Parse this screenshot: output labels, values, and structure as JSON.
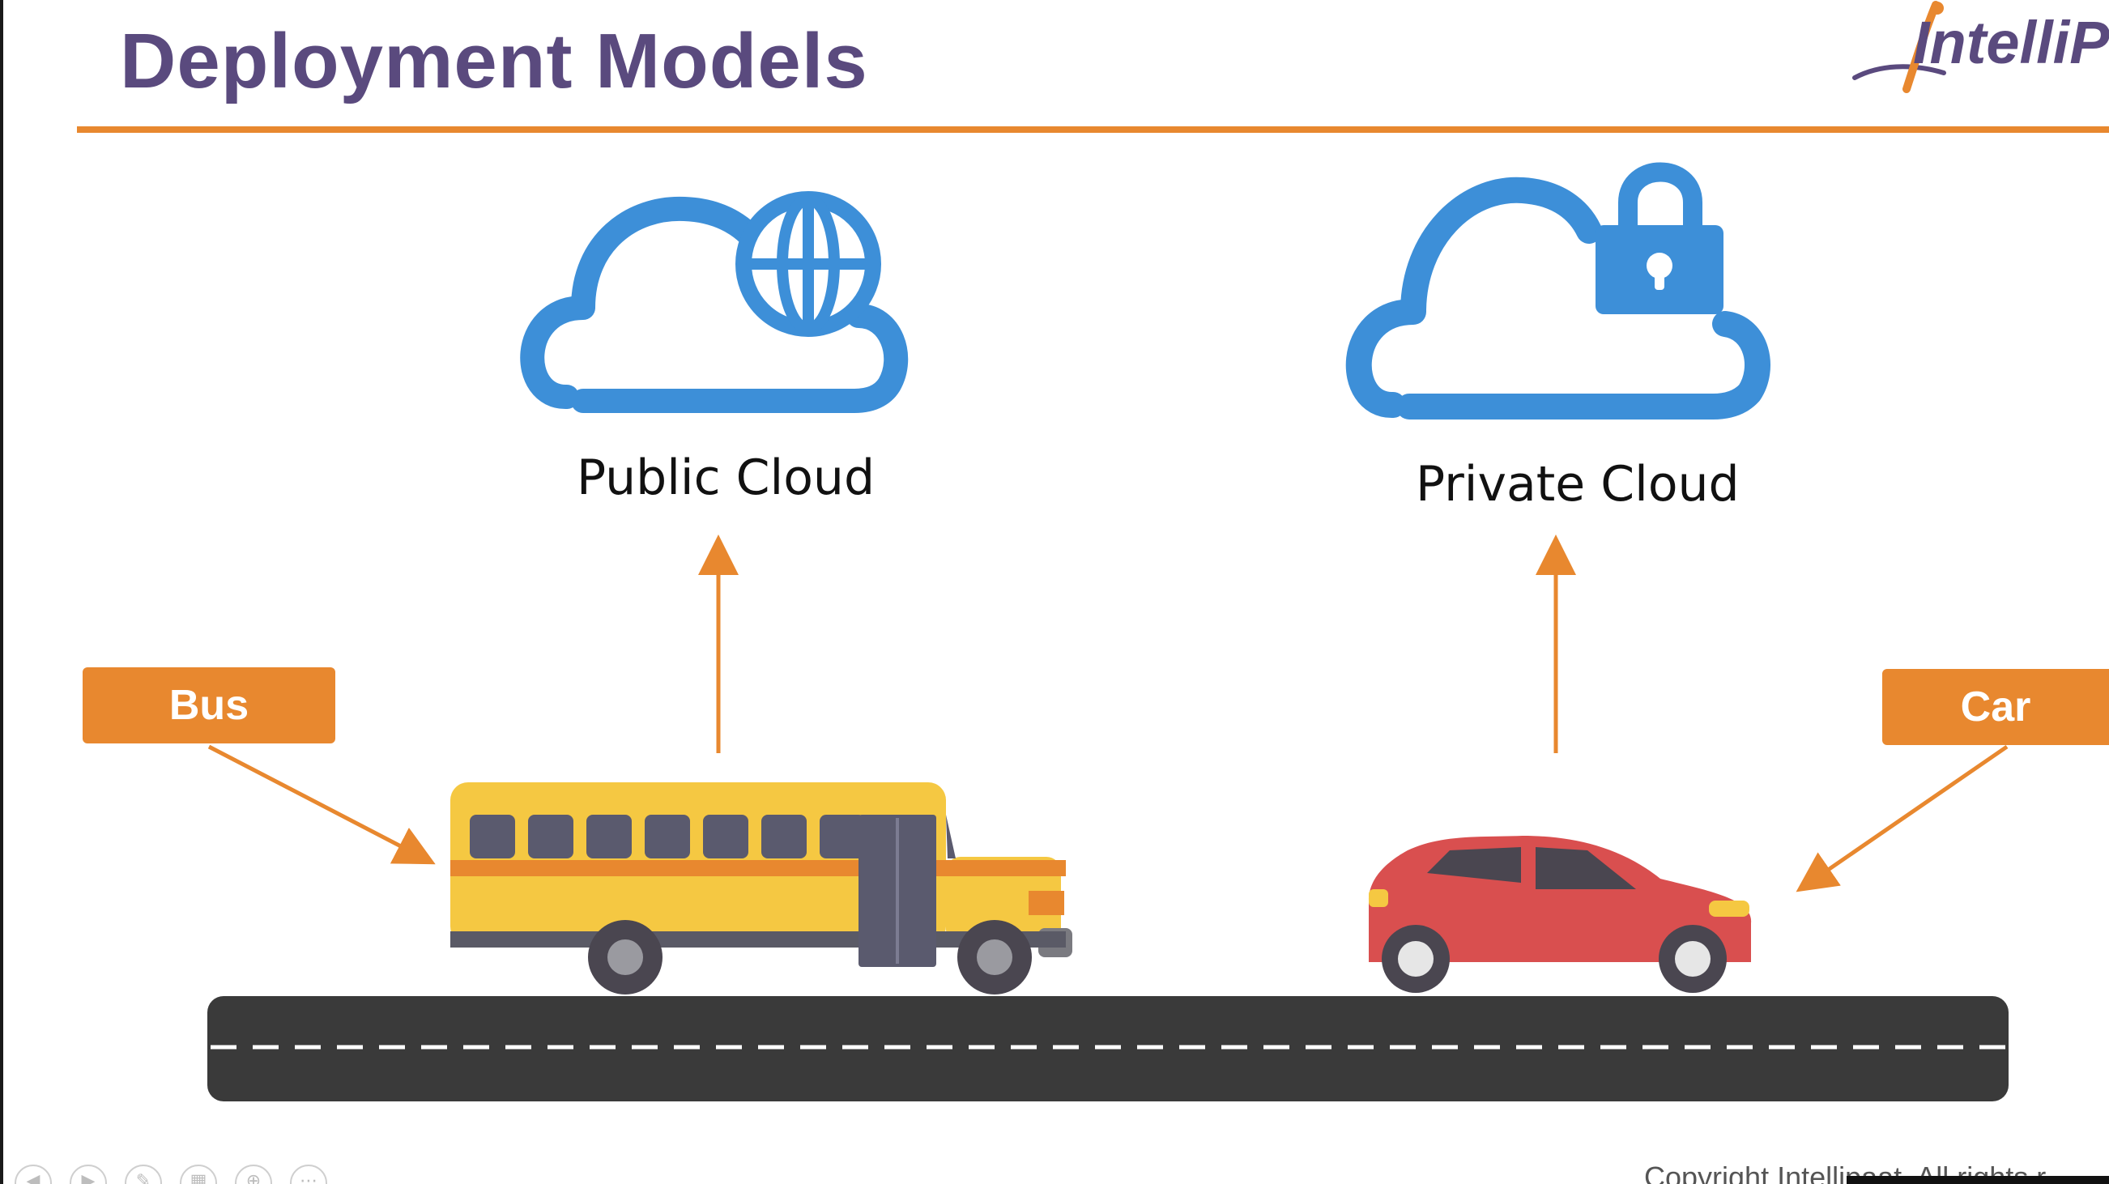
{
  "slide": {
    "title": "Deployment Models",
    "logo_text": "IntelliPaat",
    "copyright": "Copyright Intellipaat. All rights r"
  },
  "clouds": {
    "public": {
      "label": "Public Cloud",
      "icon": "globe-cloud-icon"
    },
    "private": {
      "label": "Private Cloud",
      "icon": "lock-cloud-icon"
    }
  },
  "vehicles": {
    "bus": {
      "tag": "Bus",
      "icon": "school-bus-icon"
    },
    "car": {
      "tag": "Car",
      "icon": "red-hatchback-car-icon"
    }
  },
  "colors": {
    "title": "#5a4a7e",
    "accent_orange": "#e8882f",
    "cloud_blue": "#3d8fd8",
    "road": "#3a3a3a",
    "bus_yellow": "#f5c842",
    "car_red": "#d94f4f"
  },
  "toolbar": {
    "buttons": [
      "prev-arrow-icon",
      "next-arrow-icon",
      "pen-icon",
      "slides-grid-icon",
      "zoom-icon",
      "more-icon"
    ]
  }
}
